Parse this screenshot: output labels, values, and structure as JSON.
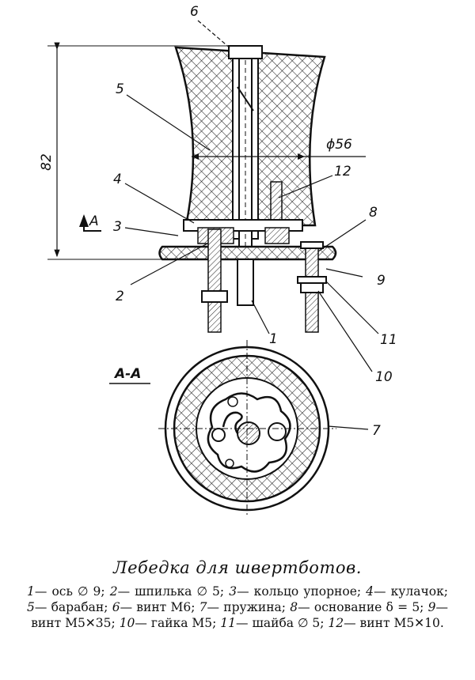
{
  "diagram": {
    "dimensions": {
      "height": "82",
      "diameter": "ϕ56"
    },
    "section_marker": "A",
    "section_title": "A-A",
    "callouts": [
      "1",
      "2",
      "3",
      "4",
      "5",
      "6",
      "7",
      "8",
      "9",
      "10",
      "11",
      "12"
    ]
  },
  "caption": {
    "title": "Лебедка для швертботов.",
    "legend": [
      {
        "num": "1",
        "text": "— ось ∅ 9;"
      },
      {
        "num": "2",
        "text": "— шпилька ∅ 5;"
      },
      {
        "num": "3",
        "text": "— кольцо упорное;"
      },
      {
        "num": "4",
        "text": "— кулачок;"
      },
      {
        "num": "5",
        "text": "— барабан;"
      },
      {
        "num": "6",
        "text": "— винт М6;"
      },
      {
        "num": "7",
        "text": "— пружина;"
      },
      {
        "num": "8",
        "text": "— основание δ = 5;"
      },
      {
        "num": "9",
        "text": "— винт М5✕35;"
      },
      {
        "num": "10",
        "text": "— гайка М5;"
      },
      {
        "num": "11",
        "text": "— шайба ∅ 5;"
      },
      {
        "num": "12",
        "text": "— винт М5✕10."
      }
    ]
  }
}
